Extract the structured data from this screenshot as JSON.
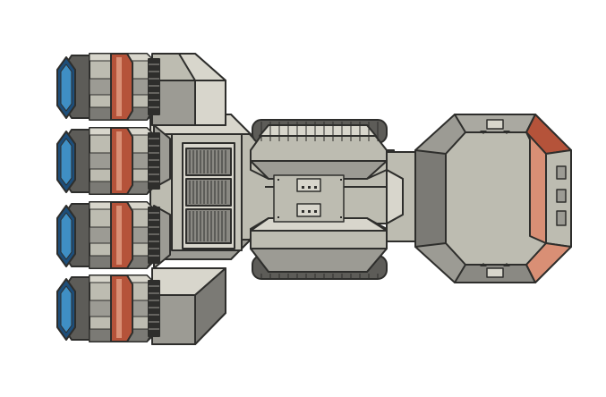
{
  "sprite": {
    "subject": "spaceship",
    "palette": {
      "outline": "#2e2e2c",
      "hull_light": "#d8d6cc",
      "hull_mid": "#bdbcb1",
      "hull_dark": "#9c9b94",
      "hull_shadow": "#7b7a75",
      "panel_dark": "#5d5c58",
      "stripe_red": "#b5533a",
      "stripe_light": "#d98f75",
      "glass_blue": "#3f8fc4",
      "glass_dark": "#1d4e7a",
      "background": "#ffffff"
    },
    "parts": {
      "engines": [
        "engine-1",
        "engine-2",
        "engine-3",
        "engine-4"
      ],
      "main_hull": "main-hull",
      "vent_grille": "vent-grille",
      "pods": [
        "pod-top",
        "pod-bottom"
      ],
      "cockpit": "cockpit-module"
    }
  }
}
